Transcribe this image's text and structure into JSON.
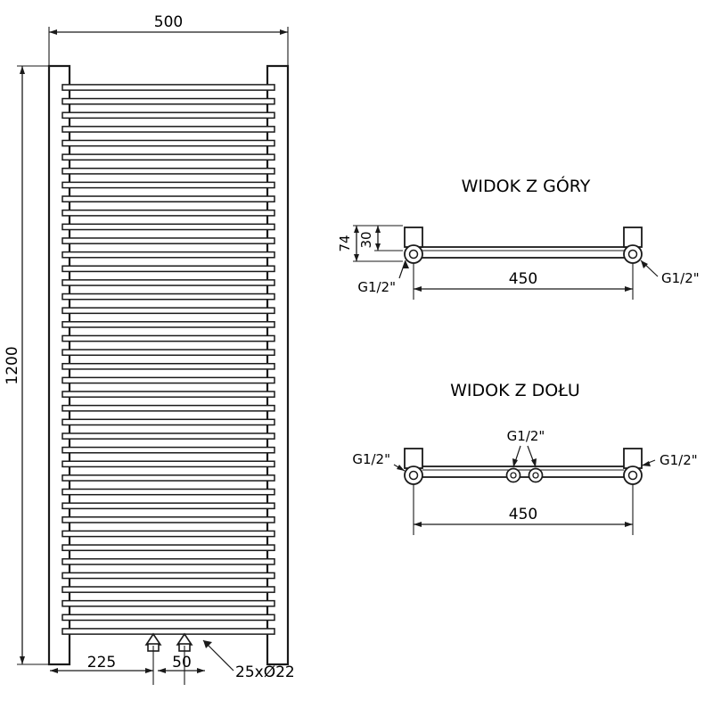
{
  "drawing": {
    "type": "technical-drawing",
    "title": "Towel radiator dimensional drawing",
    "units": "mm",
    "front_view": {
      "width_label": "500",
      "height_label": "1200",
      "bottom_left_label": "225",
      "bottom_right_label": "50",
      "mount_label": "25xØ22",
      "rail_count": 40
    },
    "top_view": {
      "title": "WIDOK Z GÓRY",
      "length_label": "450",
      "depth_label": "74",
      "inner_depth_label": "30",
      "left_connection": "G1/2\"",
      "right_connection": "G1/2\""
    },
    "bottom_view": {
      "title": "WIDOK Z DOŁU",
      "length_label": "450",
      "left_connection": "G1/2\"",
      "right_connection": "G1/2\"",
      "center_connection": "G1/2\""
    },
    "colors": {
      "line": "#1a1a1a",
      "fill": "#ffffff",
      "background": "#ffffff"
    }
  }
}
